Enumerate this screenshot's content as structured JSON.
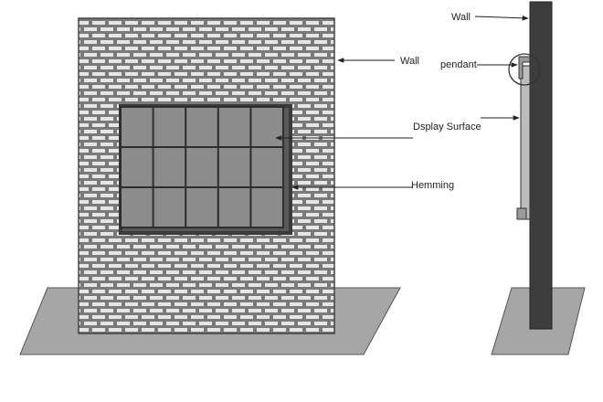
{
  "labels": {
    "front_wall": "Wall",
    "display_surface": "Dsplay Surface",
    "hemming": "Hemming",
    "side_wall": "Wall",
    "pendant": "pendant"
  },
  "colors": {
    "brick": "#e6e6e6",
    "mortar": "#7a7a7a",
    "ground": "#a6a6a6",
    "panel": "#8c8c8c",
    "panel_border": "#2e2e2e",
    "wall_side": "#3d3d3d",
    "bracket": "#bdbdbd"
  },
  "display_grid": {
    "rows": 3,
    "columns": 5
  }
}
